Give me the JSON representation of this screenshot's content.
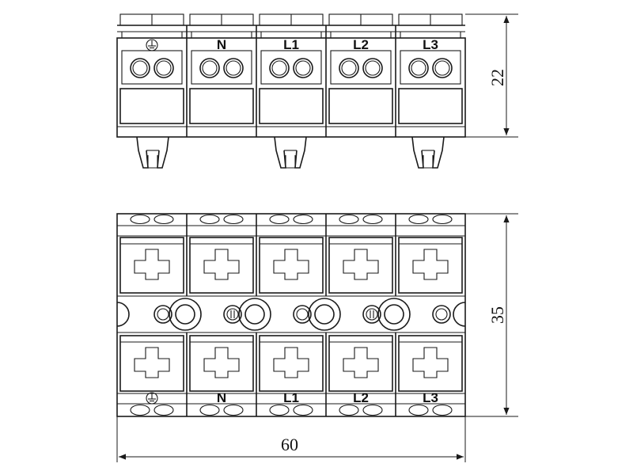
{
  "terminals": [
    {
      "key": "pe",
      "label": "",
      "icon": "ground-symbol-icon"
    },
    {
      "key": "n",
      "label": "N",
      "icon": ""
    },
    {
      "key": "l1",
      "label": "L1",
      "icon": ""
    },
    {
      "key": "l2",
      "label": "L2",
      "icon": ""
    },
    {
      "key": "l3",
      "label": "L3",
      "icon": ""
    }
  ],
  "dimensions": {
    "height_top_view": "22",
    "height_front_view": "35",
    "width": "60"
  },
  "colors": {
    "line": "#1a1a1a",
    "background": "#ffffff"
  }
}
